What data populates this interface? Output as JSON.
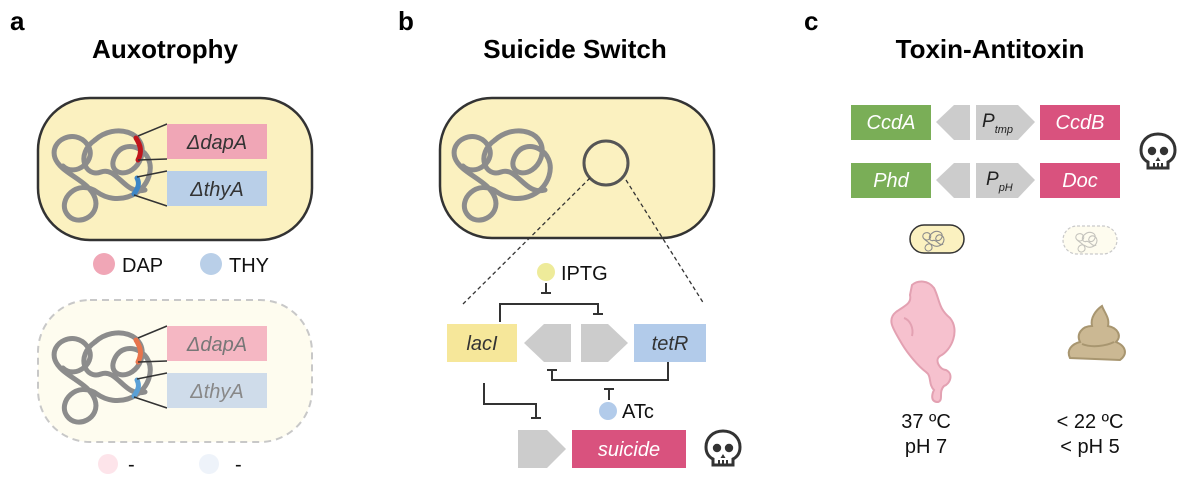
{
  "panels": [
    {
      "letter": "a",
      "title": "Auxotrophy"
    },
    {
      "letter": "b",
      "title": "Suicide Switch"
    },
    {
      "letter": "c",
      "title": "Toxin-Antitoxin"
    }
  ],
  "auxotrophy": {
    "genes_live": {
      "dapA": "ΔdapA",
      "thyA": "ΔthyA"
    },
    "genes_dead": {
      "dapA": "ΔdapA",
      "thyA": "ΔthyA"
    },
    "legend_live": {
      "dap": "DAP",
      "thy": "THY"
    },
    "legend_dead": {
      "dap": "-",
      "thy": "-"
    }
  },
  "suicide": {
    "inducer1": "IPTG",
    "inducer2": "ATc",
    "gene_lacI": "lacI",
    "gene_tetR": "tetR",
    "gene_suicide": "suicide"
  },
  "toxin": {
    "row1": {
      "antitoxin": "CcdA",
      "promoter": "P",
      "promoter_sub": "tmp",
      "toxin": "CcdB"
    },
    "row2": {
      "antitoxin": "Phd",
      "promoter": "P",
      "promoter_sub": "pH",
      "toxin": "Doc"
    },
    "conditions": {
      "left_temp": "37 ºC",
      "left_ph": "pH 7",
      "right_temp": "< 22 ºC",
      "right_ph": "< pH 5"
    }
  },
  "colors": {
    "cell_live": "#fbf1c0",
    "cell_dead": "#fefcef",
    "pink": "#f0a6b6",
    "blue": "#b9cfe8",
    "magenta": "#d9527e",
    "green": "#7aae57",
    "grey": "#cccccc",
    "lacI": "#f6e79a",
    "tetR": "#b2cbea"
  },
  "icons": [
    "dna-knot-icon",
    "plasmid-icon",
    "skull-icon",
    "stomach-icon",
    "feces-icon",
    "bacterium-icon"
  ]
}
